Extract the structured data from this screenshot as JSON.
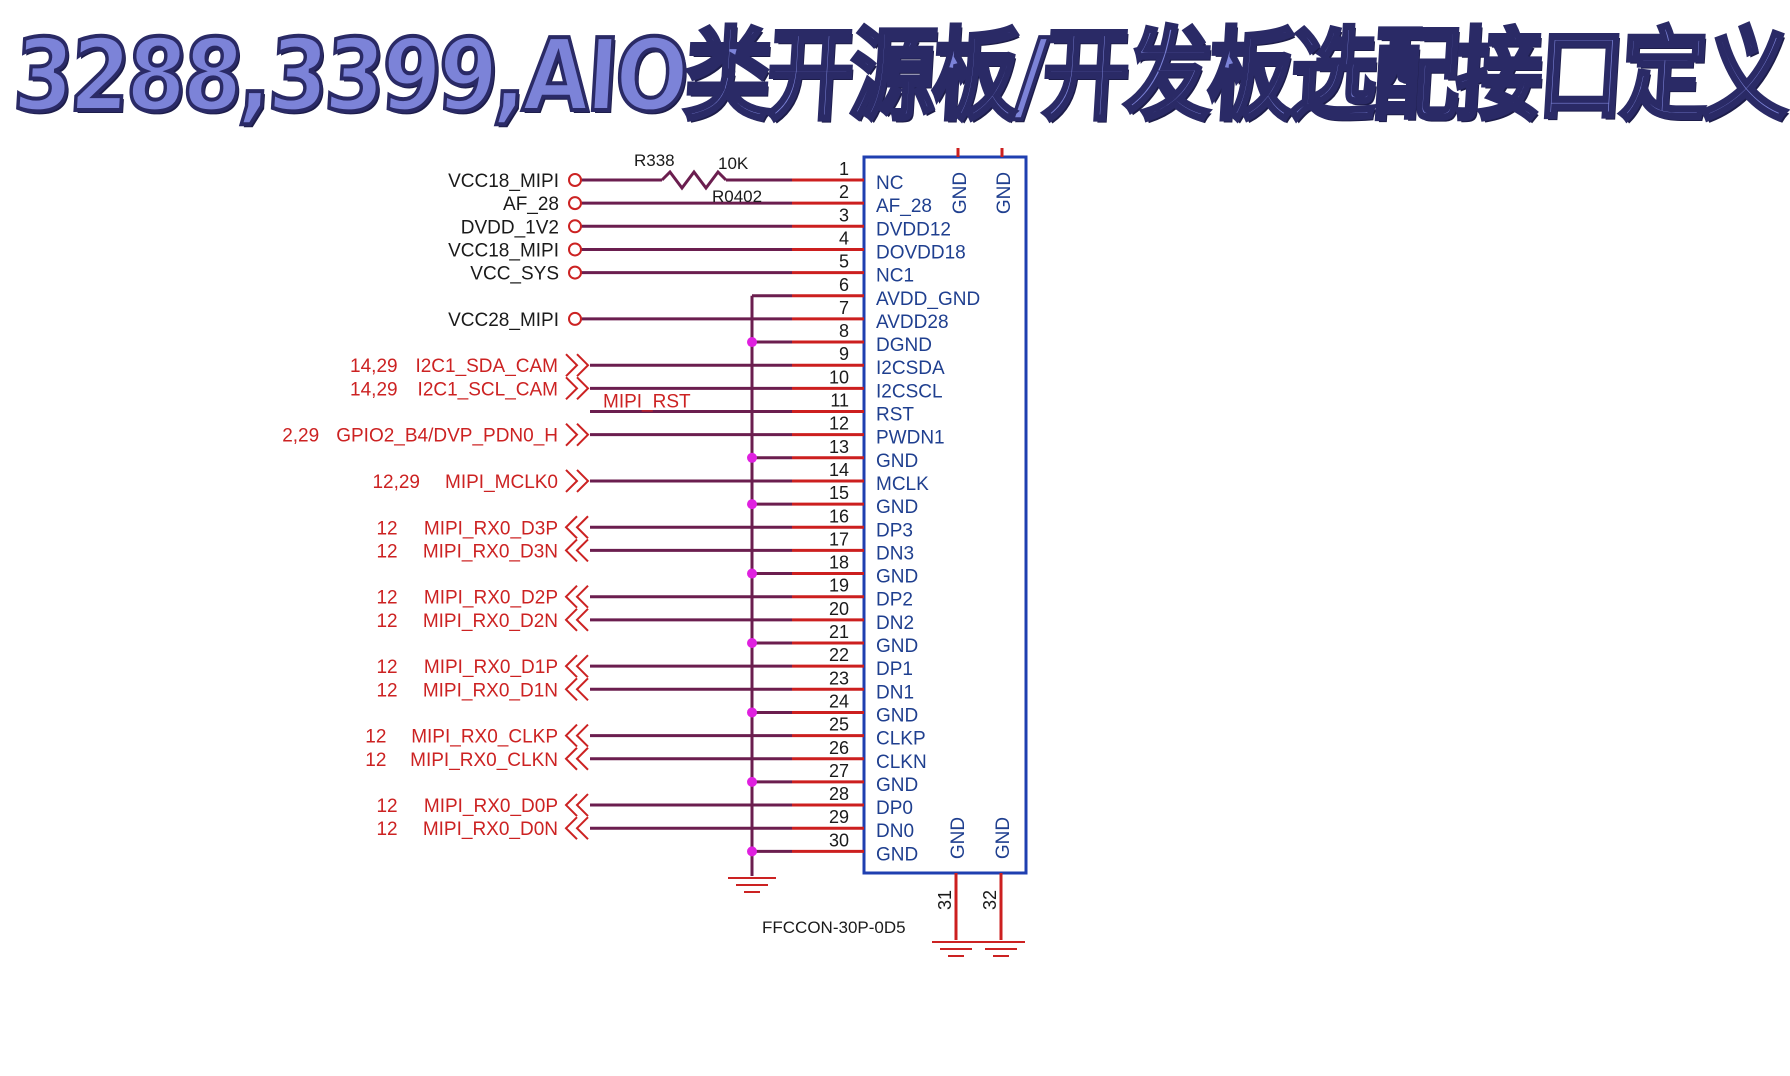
{
  "title": "3288,3399,AIO类开源板/开发板选配接口定义",
  "resistor": {
    "ref": "R338",
    "value": "10K",
    "package": "R0402"
  },
  "connector": {
    "part": "FFCCON-30P-0D5"
  },
  "extra_pins": [
    {
      "number": "31",
      "name": "GND"
    },
    {
      "number": "32",
      "name": "GND"
    }
  ],
  "top_pins": [
    {
      "name": "GND"
    },
    {
      "name": "GND"
    }
  ],
  "pins": [
    {
      "number": "1",
      "name": "NC"
    },
    {
      "number": "2",
      "name": "AF_28"
    },
    {
      "number": "3",
      "name": "DVDD12"
    },
    {
      "number": "4",
      "name": "DOVDD18"
    },
    {
      "number": "5",
      "name": "NC1"
    },
    {
      "number": "6",
      "name": "AVDD_GND"
    },
    {
      "number": "7",
      "name": "AVDD28"
    },
    {
      "number": "8",
      "name": "DGND"
    },
    {
      "number": "9",
      "name": "I2CSDA"
    },
    {
      "number": "10",
      "name": "I2CSCL"
    },
    {
      "number": "11",
      "name": "RST"
    },
    {
      "number": "12",
      "name": "PWDN1"
    },
    {
      "number": "13",
      "name": "GND"
    },
    {
      "number": "14",
      "name": "MCLK"
    },
    {
      "number": "15",
      "name": "GND"
    },
    {
      "number": "16",
      "name": "DP3"
    },
    {
      "number": "17",
      "name": "DN3"
    },
    {
      "number": "18",
      "name": "GND"
    },
    {
      "number": "19",
      "name": "DP2"
    },
    {
      "number": "20",
      "name": "DN2"
    },
    {
      "number": "21",
      "name": "GND"
    },
    {
      "number": "22",
      "name": "DP1"
    },
    {
      "number": "23",
      "name": "DN1"
    },
    {
      "number": "24",
      "name": "GND"
    },
    {
      "number": "25",
      "name": "CLKP"
    },
    {
      "number": "26",
      "name": "CLKN"
    },
    {
      "number": "27",
      "name": "GND"
    },
    {
      "number": "28",
      "name": "DP0"
    },
    {
      "number": "29",
      "name": "DN0"
    },
    {
      "number": "30",
      "name": "GND"
    }
  ],
  "power_nets": [
    {
      "name": "VCC18_MIPI",
      "pin": 1
    },
    {
      "name": "AF_28",
      "pin": 2
    },
    {
      "name": "DVDD_1V2",
      "pin": 3
    },
    {
      "name": "VCC18_MIPI",
      "pin": 4
    },
    {
      "name": "VCC_SYS",
      "pin": 5
    },
    {
      "name": "VCC28_MIPI",
      "pin": 7
    }
  ],
  "signal_nets": [
    {
      "name": "I2C1_SDA_CAM",
      "ref": "14,29",
      "pin": 9,
      "dir": "out"
    },
    {
      "name": "I2C1_SCL_CAM",
      "ref": "14,29",
      "pin": 10,
      "dir": "out"
    },
    {
      "name": "GPIO2_B4/DVP_PDN0_H",
      "ref": "2,29",
      "pin": 12,
      "dir": "out"
    },
    {
      "name": "MIPI_MCLK0",
      "ref": "12,29",
      "pin": 14,
      "dir": "out"
    },
    {
      "name": "MIPI_RX0_D3P",
      "ref": "12",
      "pin": 16,
      "dir": "in"
    },
    {
      "name": "MIPI_RX0_D3N",
      "ref": "12",
      "pin": 17,
      "dir": "in"
    },
    {
      "name": "MIPI_RX0_D2P",
      "ref": "12",
      "pin": 19,
      "dir": "in"
    },
    {
      "name": "MIPI_RX0_D2N",
      "ref": "12",
      "pin": 20,
      "dir": "in"
    },
    {
      "name": "MIPI_RX0_D1P",
      "ref": "12",
      "pin": 22,
      "dir": "in"
    },
    {
      "name": "MIPI_RX0_D1N",
      "ref": "12",
      "pin": 23,
      "dir": "in"
    },
    {
      "name": "MIPI_RX0_CLKP",
      "ref": "12",
      "pin": 25,
      "dir": "in"
    },
    {
      "name": "MIPI_RX0_CLKN",
      "ref": "12",
      "pin": 26,
      "dir": "in"
    },
    {
      "name": "MIPI_RX0_D0P",
      "ref": "12",
      "pin": 28,
      "dir": "in"
    },
    {
      "name": "MIPI_RX0_D0N",
      "ref": "12",
      "pin": 29,
      "dir": "in"
    }
  ],
  "local_nets": [
    {
      "name": "MIPI_RST",
      "pin": 11
    }
  ],
  "ground_pins": [
    6,
    8,
    13,
    15,
    18,
    21,
    24,
    27,
    30
  ],
  "colors": {
    "title_fill": "#7c83d8",
    "title_outline": "#2a2a66",
    "connector_border": "#1f3fb0",
    "pin_line": "#cc1f1f",
    "wire": "#6b1e4f",
    "junction": "#e020e0",
    "signal_label": "#cc2222",
    "pin_name": "#1f3f8f"
  }
}
